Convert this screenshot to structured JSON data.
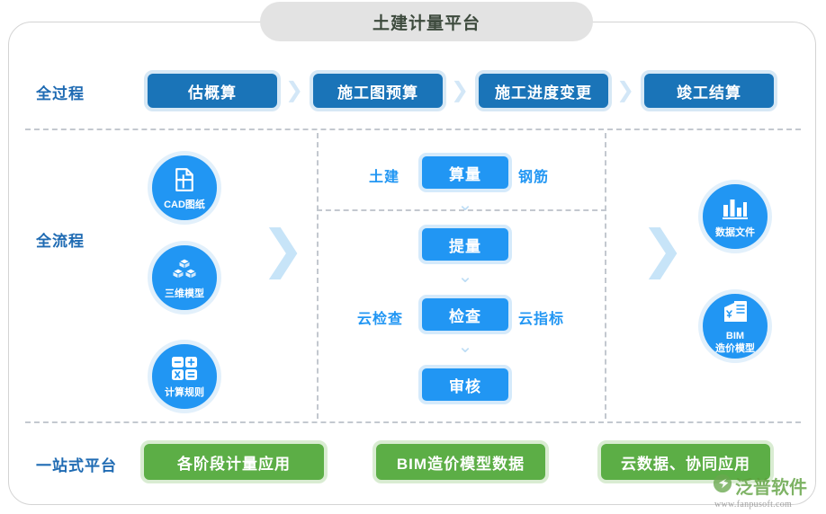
{
  "title": "土建计量平台",
  "rows": {
    "process_label": "全过程",
    "flow_label": "全流程",
    "platform_label": "一站式平台"
  },
  "stages": [
    {
      "label": "估概算"
    },
    {
      "label": "施工图预算"
    },
    {
      "label": "施工进度变更"
    },
    {
      "label": "竣工结算"
    }
  ],
  "stage_chevron": "❯",
  "inputs": [
    {
      "caption": "CAD图纸",
      "icon": "cad-drawing-icon"
    },
    {
      "caption": "三维模型",
      "icon": "cube-stack-icon"
    },
    {
      "caption": "计算规则",
      "icon": "calculator-icon"
    }
  ],
  "outputs": [
    {
      "caption": "数据文件",
      "icon": "bar-chart-icon"
    },
    {
      "caption_line1": "BIM",
      "caption_line2": "造价模型",
      "icon": "bim-cost-model-icon"
    }
  ],
  "workflow": {
    "nodes": [
      {
        "label": "算量"
      },
      {
        "label": "提量"
      },
      {
        "label": "检查"
      },
      {
        "label": "审核"
      }
    ],
    "tags": {
      "left_top": "土建",
      "right_top": "钢筋",
      "left_mid": "云检查",
      "right_mid": "云指标"
    },
    "down_arrow": "⌄"
  },
  "big_chevron": "❯",
  "platform_buttons": [
    {
      "label": "各阶段计量应用"
    },
    {
      "label": "BIM造价模型数据"
    },
    {
      "label": "云数据、协同应用"
    }
  ],
  "watermark": {
    "brand": "泛普软件",
    "url": "www.fanpusoft.com"
  },
  "colors": {
    "title_pill_bg": "#e3e3e3",
    "stage_blue": "#1a74b8",
    "node_blue": "#2196f3",
    "green": "#5cae46",
    "label_blue": "#1f6bb3",
    "dash_gray": "#c3c8cf"
  }
}
